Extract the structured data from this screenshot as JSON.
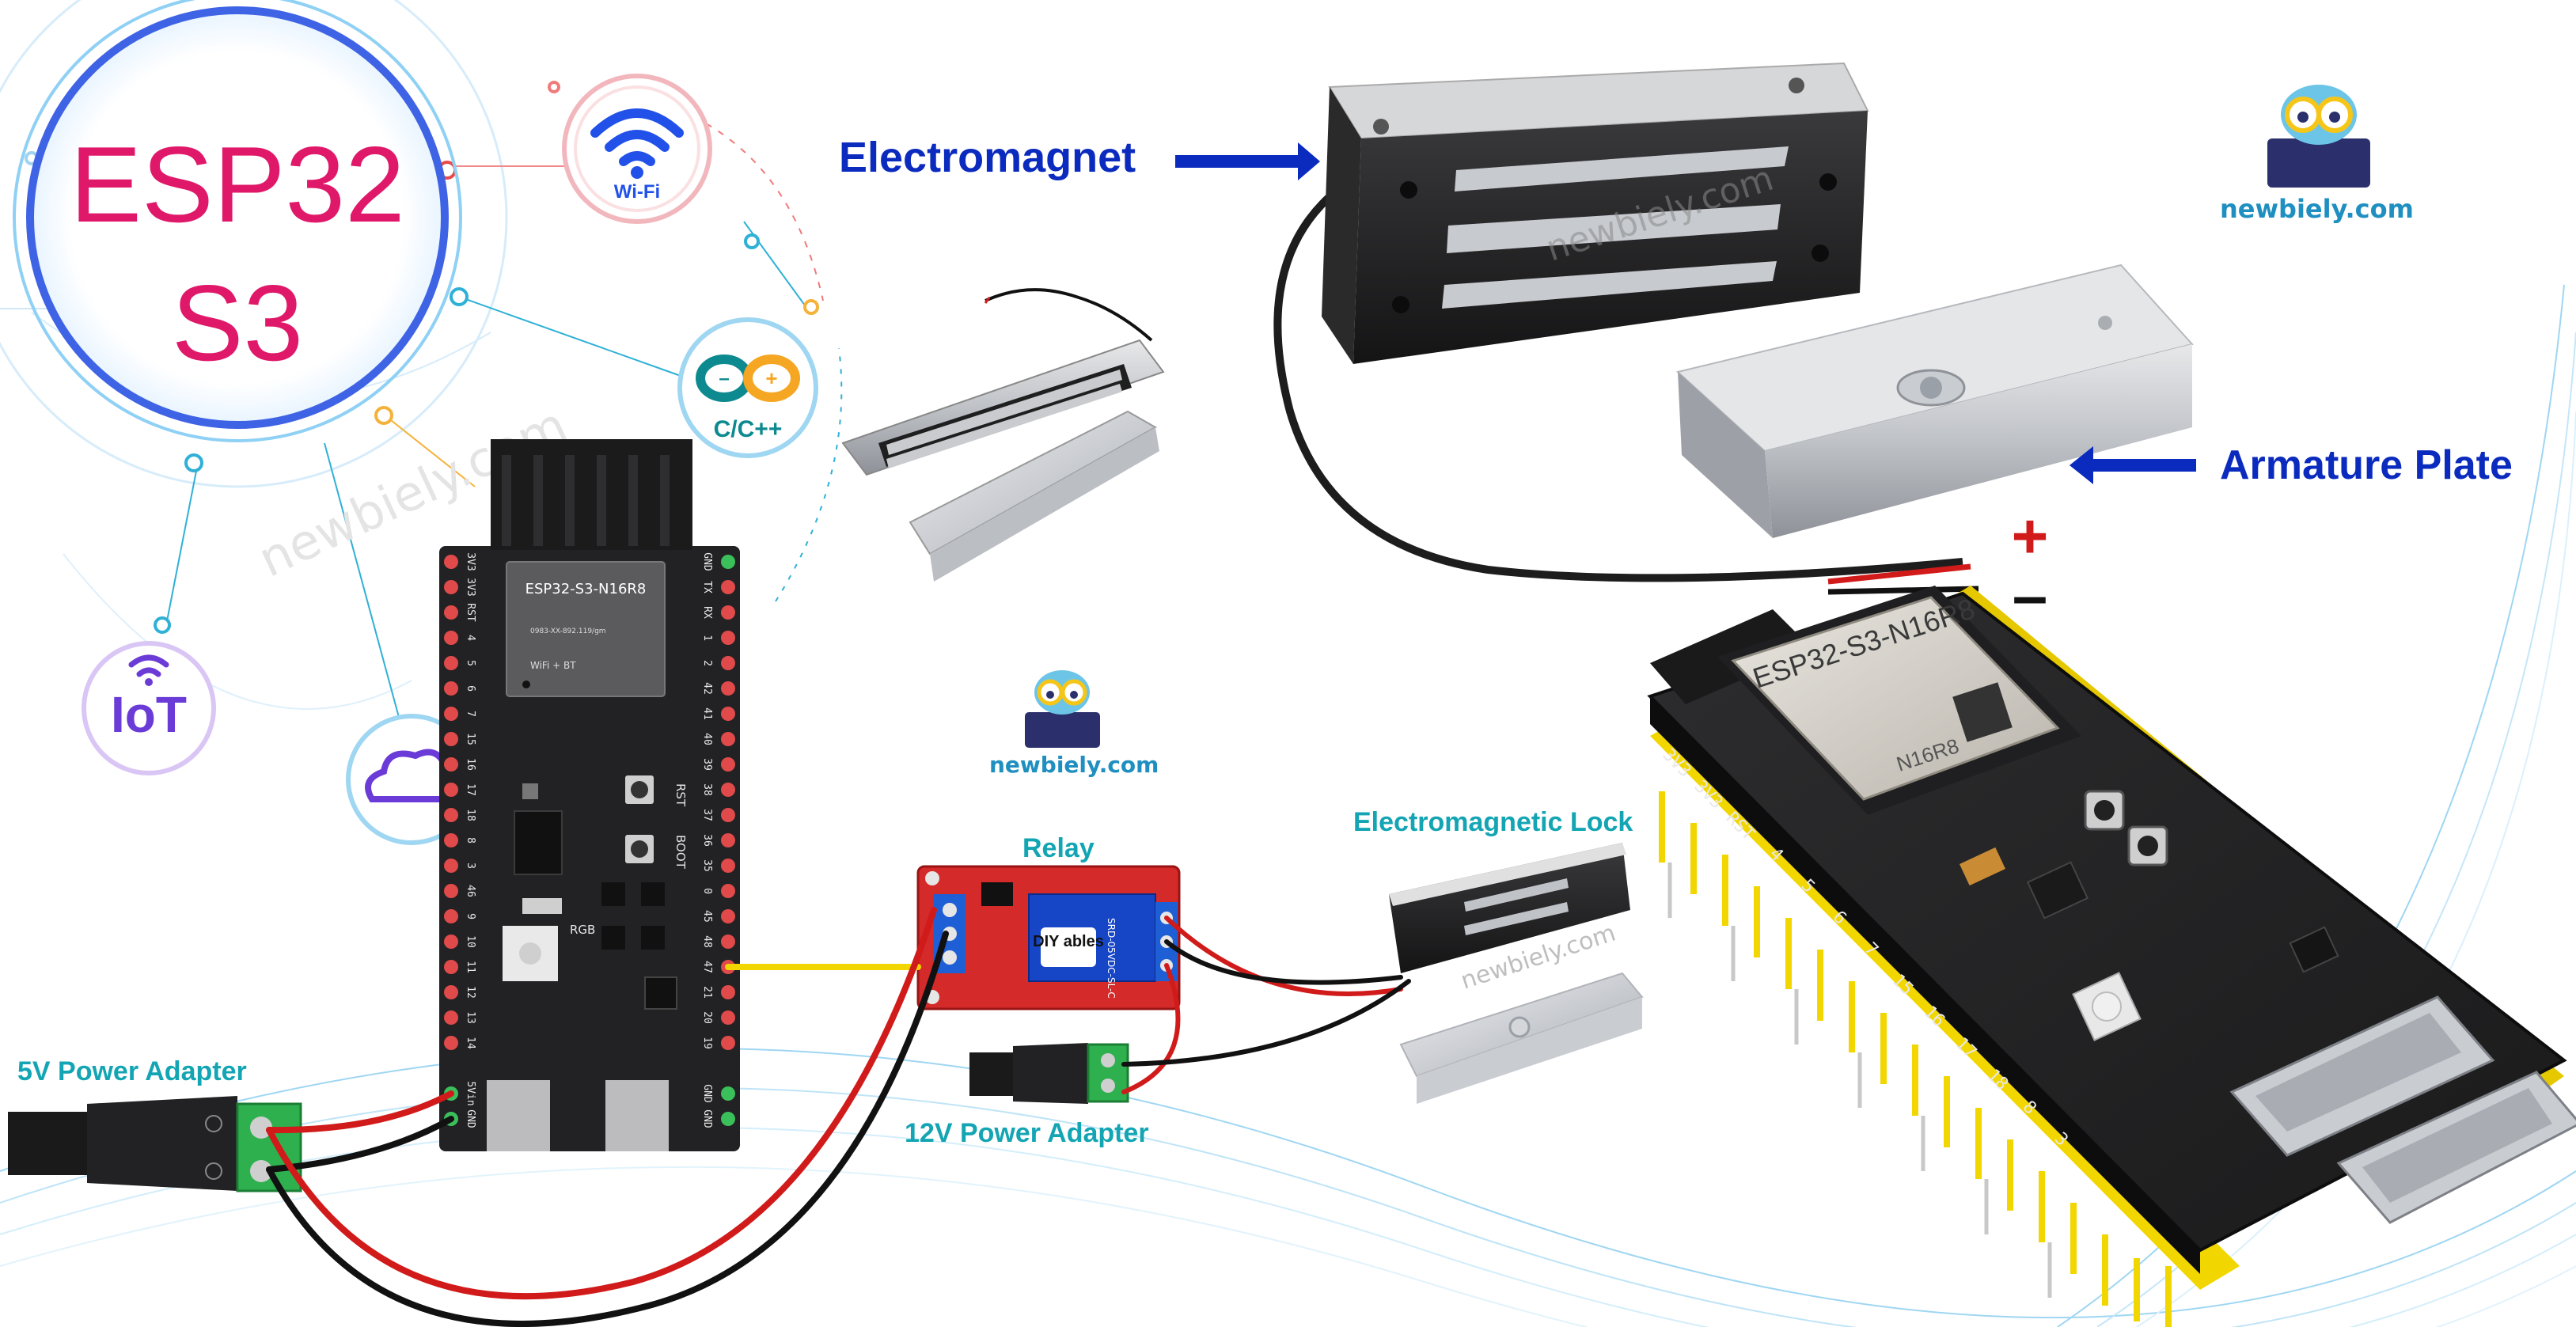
{
  "chip": {
    "line1": "ESP32",
    "line2": "S3"
  },
  "badges": {
    "wifi": "Wi-Fi",
    "cpp": "C/C++",
    "iot": "IoT"
  },
  "labels": {
    "electromagnet": "Electromagnet",
    "armature_plate": "Armature Plate",
    "relay": "Relay",
    "electromagnetic_lock": "Electromagnetic Lock",
    "power_5v": "5V Power Adapter",
    "power_12v": "12V Power Adapter",
    "plus": "+",
    "minus": "–"
  },
  "brand": {
    "site": "newbiely.com"
  },
  "board": {
    "model": "ESP32-S3-N16R8",
    "cert": "0983-XX-892.119/gm",
    "wifi_bt": "WiFi + BT",
    "rst": "RST",
    "boot": "BOOT",
    "rgb": "RGB",
    "left_pins": [
      "3V3",
      "3V3",
      "RST",
      "4",
      "5",
      "6",
      "7",
      "15",
      "16",
      "17",
      "18",
      "8",
      "3",
      "46",
      "9",
      "10",
      "11",
      "12",
      "13",
      "14",
      "5Vin",
      "GND"
    ],
    "right_pins": [
      "GND",
      "TX",
      "RX",
      "1",
      "2",
      "42",
      "41",
      "40",
      "39",
      "38",
      "37",
      "36",
      "35",
      "0",
      "45",
      "48",
      "47",
      "21",
      "20",
      "19",
      "GND",
      "GND"
    ]
  },
  "relay_module": {
    "brand": "DIY ables",
    "model": "SRD-05VDC-SL-C"
  },
  "colors": {
    "accent_pink": "#e01869",
    "label_navy": "#0b2bbf",
    "label_teal": "#13a5b3",
    "wire_red": "#d11a1a",
    "wire_black": "#111111",
    "wire_yellow": "#f2d600"
  },
  "icons": [
    "wifi-icon",
    "arduino-infinity-icon",
    "iot-signal-icon",
    "cloud-icon",
    "owl-logo-icon",
    "arrow-right-icon",
    "arrow-left-icon"
  ]
}
